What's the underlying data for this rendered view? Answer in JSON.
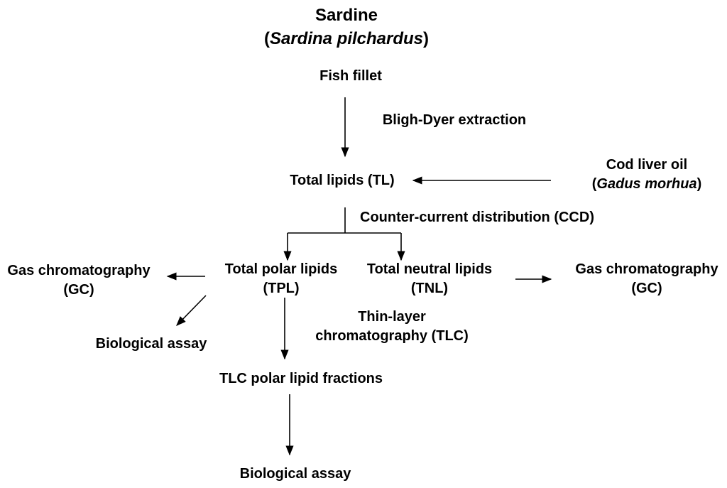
{
  "title": {
    "name": "Sardine",
    "sci_open": "(",
    "sci_name": "Sardina pilchardus",
    "sci_close": ")"
  },
  "nodes": {
    "fish_fillet": "Fish fillet",
    "bligh_dyer": "Bligh-Dyer extraction",
    "total_lipids": "Total lipids (TL)",
    "cod_liver_oil": {
      "line1": "Cod liver oil",
      "open": "(",
      "sci_name": "Gadus morhua",
      "close": ")"
    },
    "ccd": "Counter-current distribution (CCD)",
    "gc_left": {
      "line1": "Gas chromatography",
      "line2": "(GC)"
    },
    "tpl": {
      "line1": "Total polar lipids",
      "line2": "(TPL)"
    },
    "tnl": {
      "line1": "Total neutral lipids",
      "line2": "(TNL)"
    },
    "gc_right": {
      "line1": "Gas chromatography",
      "line2": "(GC)"
    },
    "bio_assay_left": "Biological assay",
    "tlc": {
      "line1": "Thin-layer",
      "line2": "chromatography (TLC)"
    },
    "tlc_fractions": "TLC polar lipid fractions",
    "bio_assay_bottom": "Biological assay"
  }
}
